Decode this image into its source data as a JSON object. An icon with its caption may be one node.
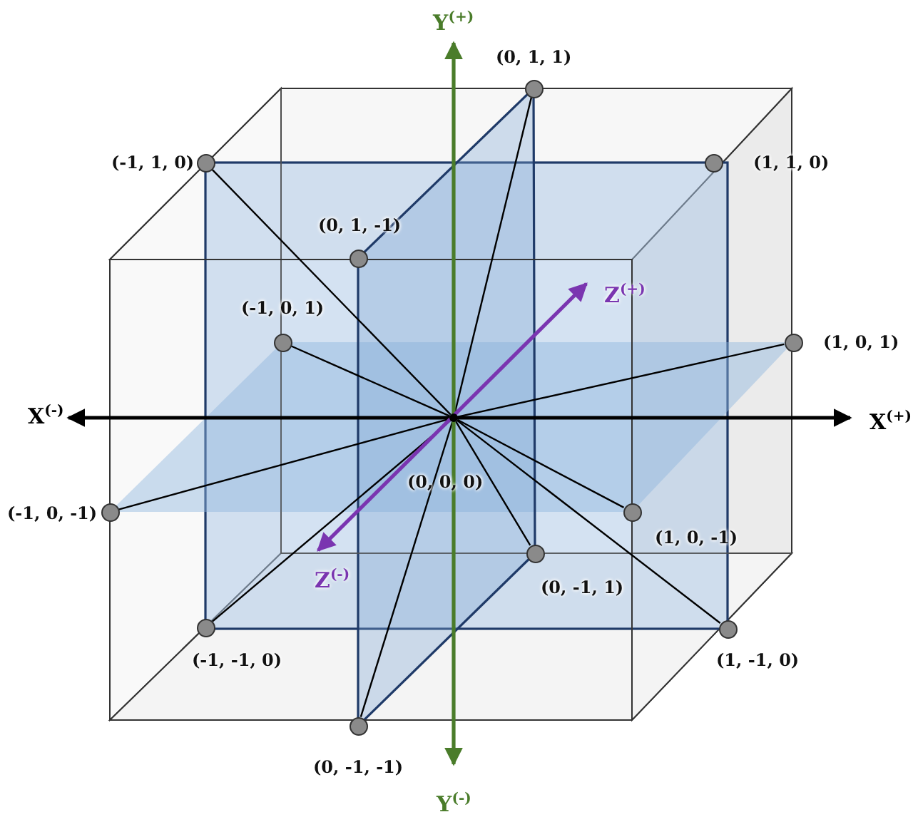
{
  "diagram": {
    "nodes": [
      {
        "text": [],
        "shape": "circle",
        "beside": [
          "(0, 1, 1)"
        ]
      },
      {
        "text": [],
        "shape": "circle",
        "beside": [
          "(-1, 1, 0)"
        ]
      },
      {
        "text": [],
        "shape": "circle",
        "beside": [
          "(1, 1, 0)"
        ]
      },
      {
        "text": [],
        "shape": "circle",
        "beside": [
          "(0, 1, -1)"
        ]
      },
      {
        "text": [],
        "shape": "circle",
        "beside": [
          "(-1, 0, 1)"
        ]
      },
      {
        "text": [],
        "shape": "circle",
        "beside": [
          "(1, 0, 1)"
        ]
      },
      {
        "text": [],
        "shape": "circle",
        "beside": [
          "(0, 0, 0)"
        ]
      },
      {
        "text": [],
        "shape": "circle",
        "beside": [
          "(-1, 0, -1)"
        ]
      },
      {
        "text": [],
        "shape": "circle",
        "beside": [
          "(1, 0, -1)"
        ]
      },
      {
        "text": [],
        "shape": "circle",
        "beside": [
          "(0, -1, 1)"
        ]
      },
      {
        "text": [],
        "shape": "circle",
        "beside": [
          "(-1, -1, 0)"
        ]
      },
      {
        "text": [],
        "shape": "circle",
        "beside": [
          "(1, -1, 0)"
        ]
      },
      {
        "text": [],
        "shape": "circle",
        "beside": [
          "(0, -1, -1)"
        ]
      }
    ],
    "edges": [
      {
        "from": 6,
        "to": 0,
        "arrow": "none"
      },
      {
        "from": 6,
        "to": 1,
        "arrow": "none"
      },
      {
        "from": 6,
        "to": 4,
        "arrow": "none"
      },
      {
        "from": 6,
        "to": 5,
        "arrow": "none"
      },
      {
        "from": 6,
        "to": 7,
        "arrow": "none"
      },
      {
        "from": 6,
        "to": 8,
        "arrow": "none"
      },
      {
        "from": 6,
        "to": 9,
        "arrow": "none"
      },
      {
        "from": 6,
        "to": 10,
        "arrow": "none"
      },
      {
        "from": 6,
        "to": 11,
        "arrow": "none"
      },
      {
        "from": 6,
        "to": 12,
        "arrow": "none"
      }
    ],
    "labels": [
      "Y$^{(+)}$",
      "Z$^{(+)}$",
      "X$^{(-)}$",
      "X$^{(+)}$",
      "Z$^{(-)}$",
      "Y$^{(-)}$"
    ]
  }
}
